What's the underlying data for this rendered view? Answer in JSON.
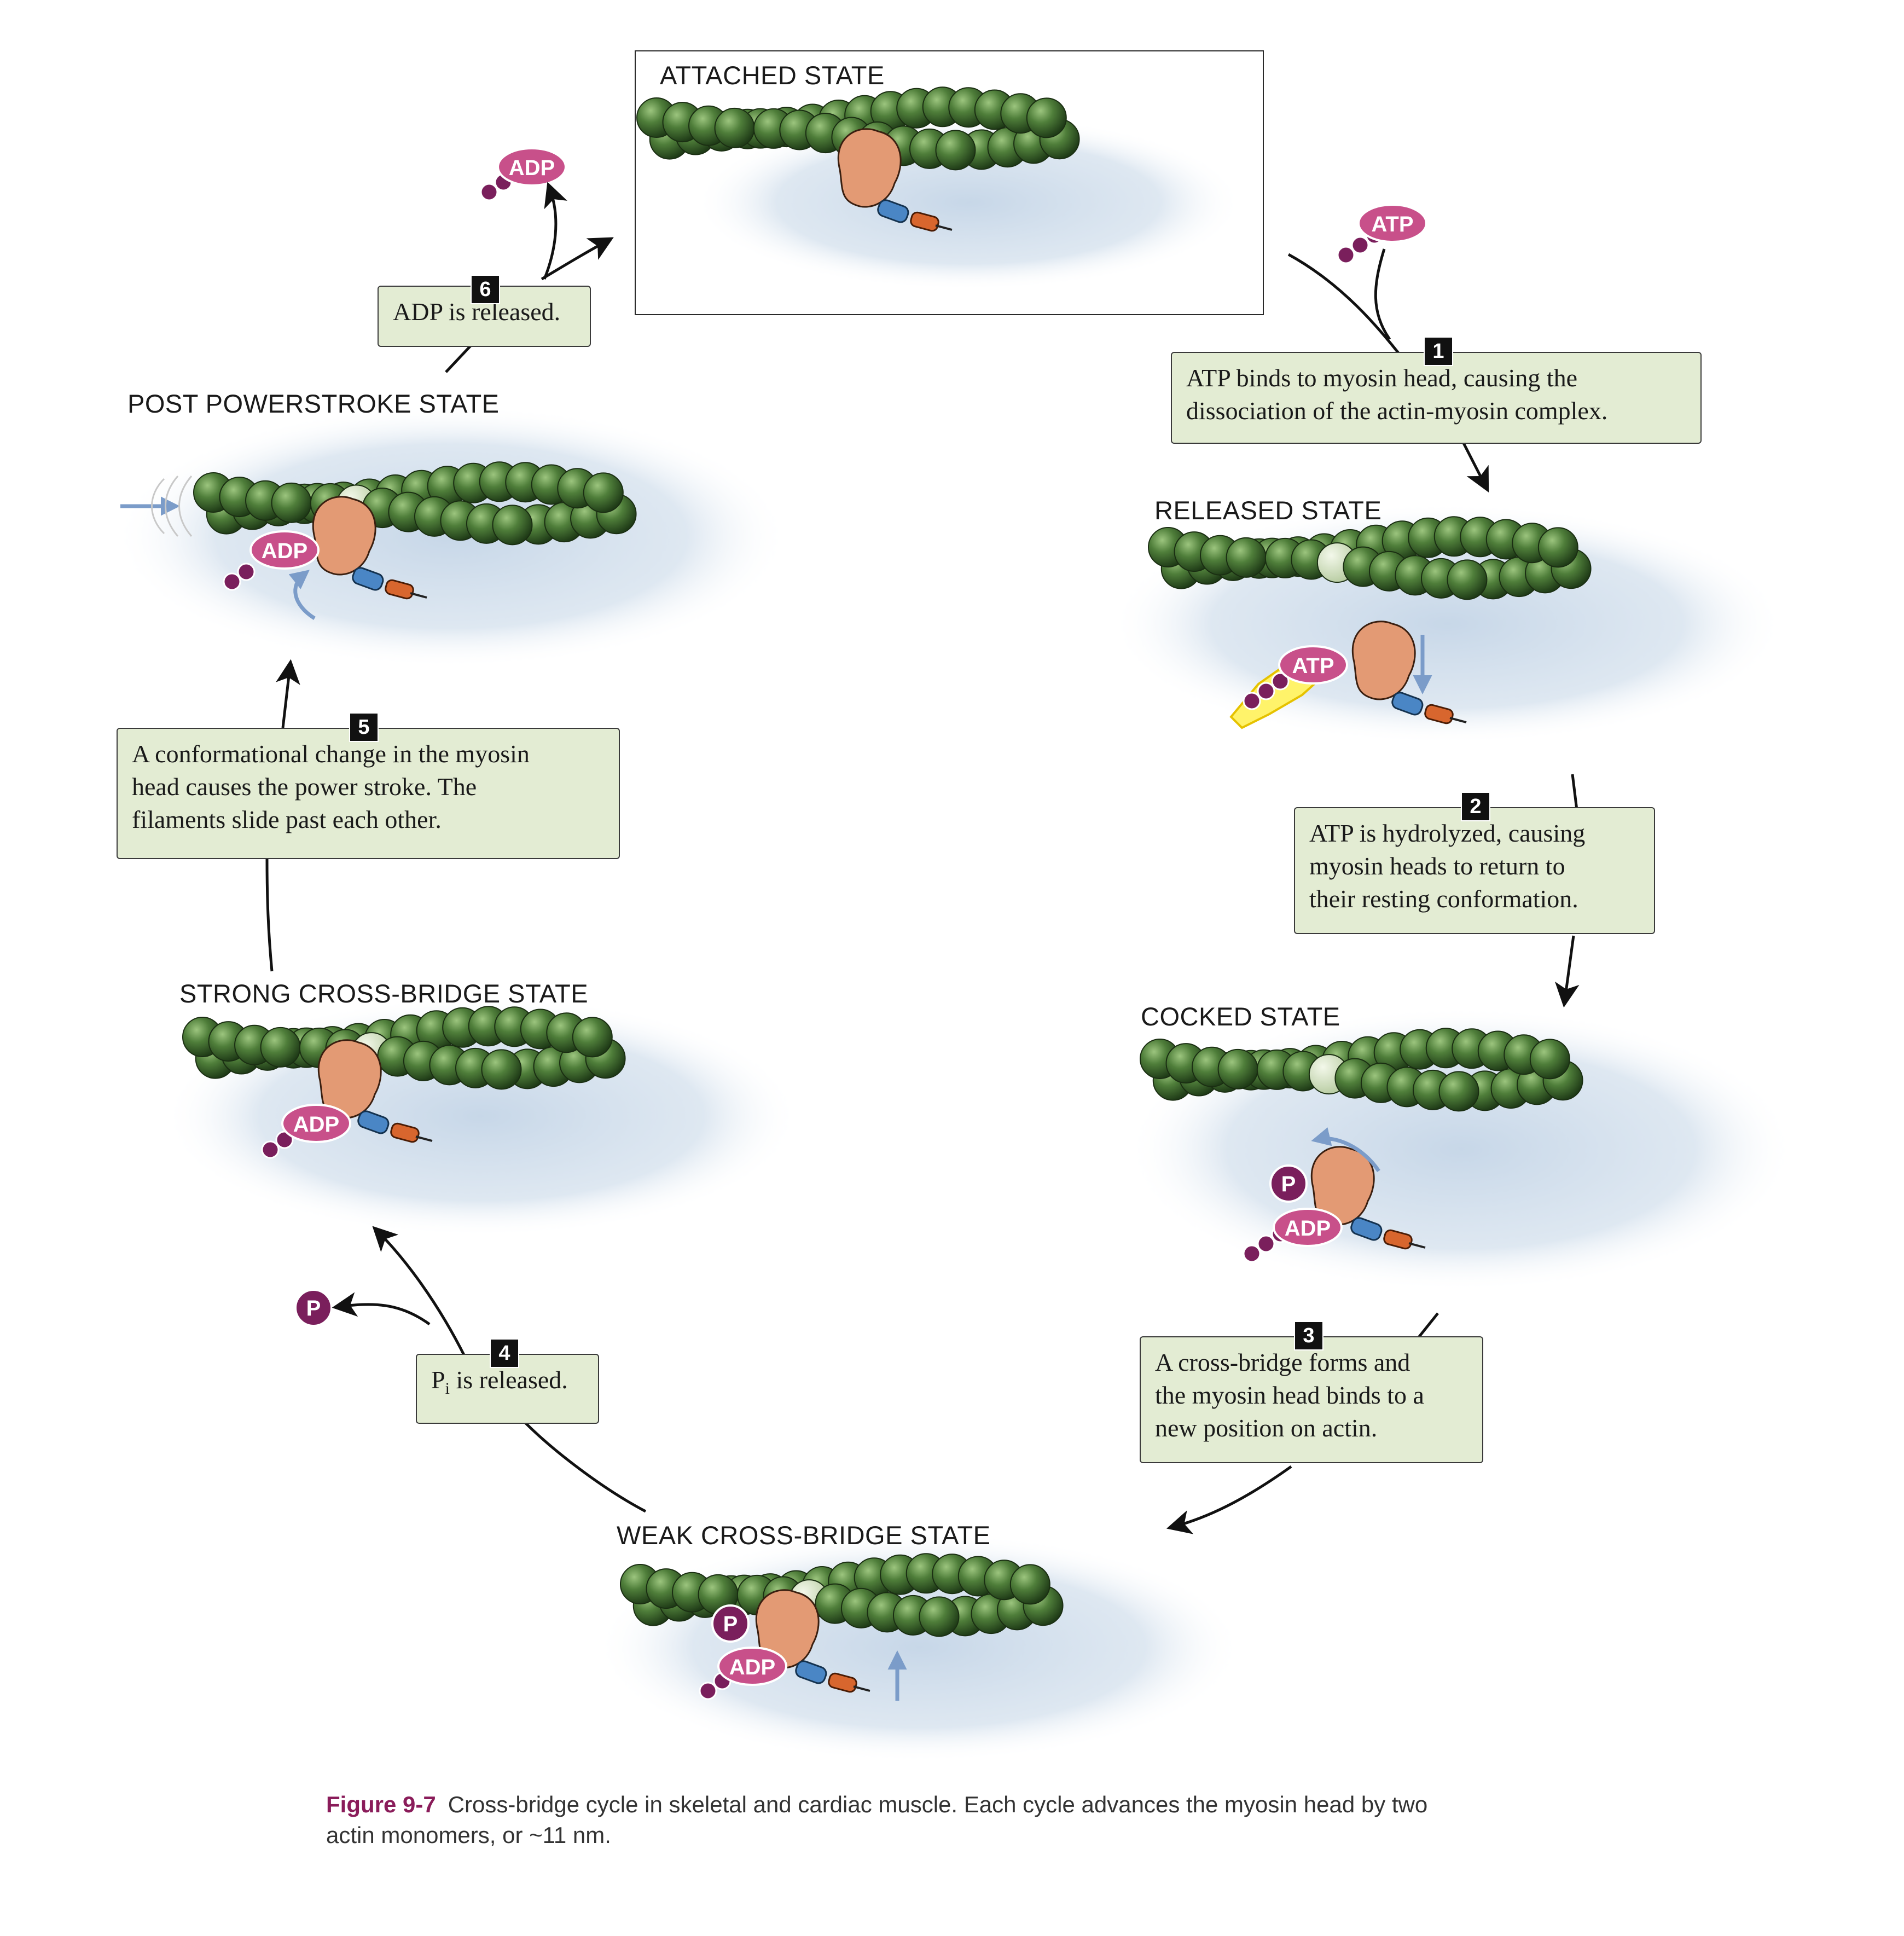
{
  "colors": {
    "actin": "#4f7e3a",
    "actin_highlight": "#d2e2bf",
    "myosin_head": "#e39a74",
    "adp_atp_badge": "#c8508a",
    "phosphate": "#7a1f5c",
    "step_box_fill": "#e3ecd3",
    "background_glow": "#cfdcea",
    "arrow_blue": "#7b9cc9",
    "caption_label": "#8a1c5a"
  },
  "states": [
    {
      "id": "attached",
      "title": "ATTACHED STATE"
    },
    {
      "id": "released",
      "title": "RELEASED STATE"
    },
    {
      "id": "cocked",
      "title": "COCKED STATE"
    },
    {
      "id": "weak",
      "title": "WEAK CROSS-BRIDGE STATE"
    },
    {
      "id": "strong",
      "title": "STRONG CROSS-BRIDGE STATE"
    },
    {
      "id": "post",
      "title": "POST POWERSTROKE STATE"
    }
  ],
  "steps": [
    {
      "number": "1",
      "lines": [
        "ATP binds to myosin head, causing the",
        "dissociation of the actin-myosin complex."
      ]
    },
    {
      "number": "2",
      "lines": [
        "ATP is hydrolyzed, causing",
        "myosin heads to return to",
        "their resting conformation."
      ]
    },
    {
      "number": "3",
      "lines": [
        "A cross-bridge forms and",
        "the myosin head binds to a",
        "new position on actin."
      ]
    },
    {
      "number": "4",
      "text_main": "P",
      "text_sub": "i",
      "text_rest": " is released."
    },
    {
      "number": "5",
      "lines": [
        "A conformational change in the myosin",
        "head causes the power stroke. The",
        "filaments slide past each other."
      ]
    },
    {
      "number": "6",
      "lines": [
        "ADP is released."
      ]
    }
  ],
  "molecule_labels": {
    "atp": "ATP",
    "adp": "ADP",
    "phosphate": "P"
  },
  "caption": {
    "label": "Figure 9-7",
    "text_line1": "Cross-bridge cycle in skeletal and cardiac muscle. Each cycle advances the myosin head by two",
    "text_line2": "actin monomers, or ~11 nm."
  }
}
